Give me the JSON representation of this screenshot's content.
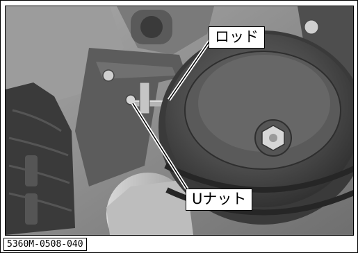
{
  "callouts": {
    "rod": "ロッド",
    "u_nut": "Uナット"
  },
  "figure_code": "5360M-0508-040"
}
